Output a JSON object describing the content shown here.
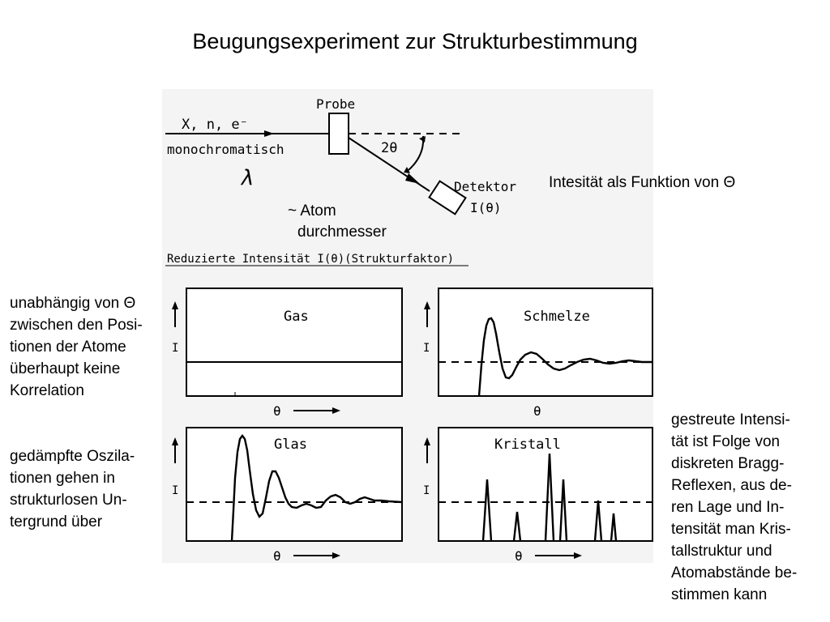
{
  "title": "Beugungsexperiment zur Strukturbestimmung",
  "setup": {
    "beam_label": "X, n, e⁻",
    "mono_label": "monochromatisch",
    "lambda": "λ",
    "sample_label": "Probe",
    "angle_label": "2θ",
    "detector_label": "Detektor",
    "detector_signal": "I(θ)",
    "atom_caption": [
      "~ Atom",
      "durchmesser"
    ]
  },
  "intensity_note": "Intesität als Funktion von Θ",
  "reduced_header": "Reduzierte  Intensität  I(θ)(Strukturfaktor)",
  "panels": {
    "gas": "Gas",
    "melt": "Schmelze",
    "glass": "Glas",
    "crystal": "Kristall",
    "y_label": "I",
    "x_label": "θ"
  },
  "notes": {
    "gas": [
      "unabhängig von Θ",
      "zwischen den Posi-",
      "tionen der Atome",
      "überhaupt keine",
      "Korrelation"
    ],
    "glass": [
      "gedämpfte Oszila-",
      "tionen gehen in",
      "strukturlosen Un-",
      "tergrund über"
    ],
    "crystal": [
      "gestreute Intensi-",
      "tät ist Folge von",
      "diskreten Bragg-",
      "Reflexen, aus de-",
      "ren Lage und In-",
      "tensität man Kris-",
      "tallstruktur und",
      "Atomabstände be-",
      "stimmen kann"
    ]
  }
}
